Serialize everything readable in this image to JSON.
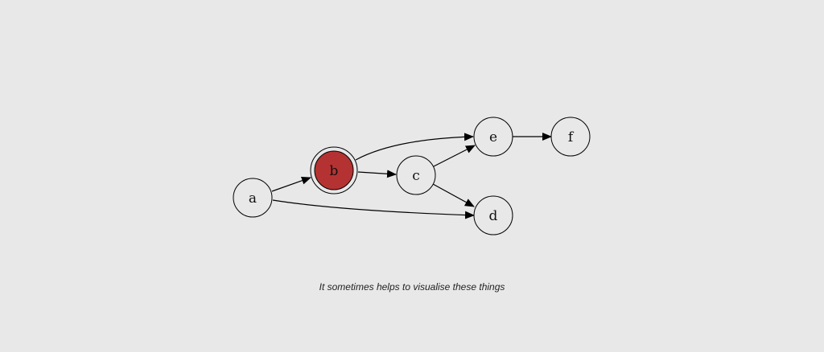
{
  "diagram": {
    "nodes": [
      {
        "id": "a",
        "label": "a",
        "highlighted": false
      },
      {
        "id": "b",
        "label": "b",
        "highlighted": true
      },
      {
        "id": "c",
        "label": "c",
        "highlighted": false
      },
      {
        "id": "d",
        "label": "d",
        "highlighted": false
      },
      {
        "id": "e",
        "label": "e",
        "highlighted": false
      },
      {
        "id": "f",
        "label": "f",
        "highlighted": false
      }
    ],
    "edges": [
      {
        "from": "a",
        "to": "b"
      },
      {
        "from": "a",
        "to": "d"
      },
      {
        "from": "b",
        "to": "c"
      },
      {
        "from": "b",
        "to": "e"
      },
      {
        "from": "c",
        "to": "e"
      },
      {
        "from": "c",
        "to": "d"
      },
      {
        "from": "e",
        "to": "f"
      }
    ]
  },
  "colors": {
    "background": "#e8e8e8",
    "node_fill": "#e8e8e8",
    "highlight_fill": "#b53232",
    "stroke": "#000000"
  },
  "caption": "It sometimes helps to visualise these things"
}
